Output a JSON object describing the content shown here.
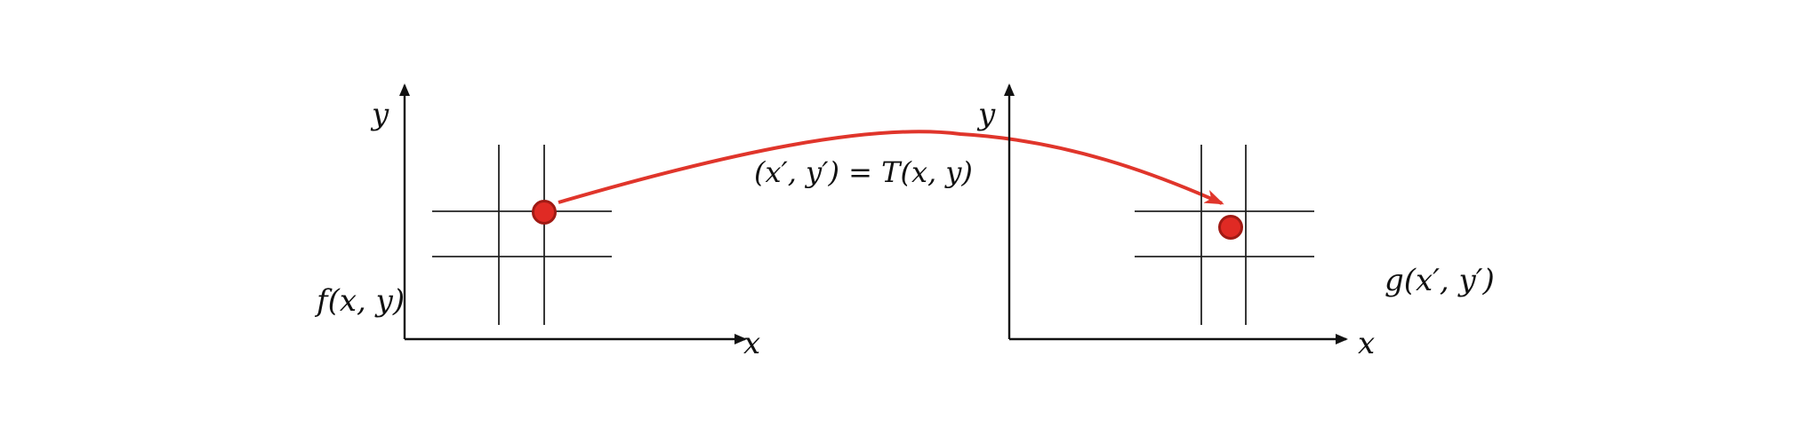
{
  "left_plot": {
    "y_axis_label": "y",
    "x_axis_label": "x",
    "function_label": "f(x, y)"
  },
  "right_plot": {
    "y_axis_label": "y",
    "x_axis_label": "x",
    "function_label": "g(x′, y′)"
  },
  "transform_label": "(x′, y′) = T(x, y)",
  "colors": {
    "arrow": "#e0352b",
    "point_fill": "#e02a24",
    "point_stroke": "#a01a14",
    "axis": "#111111"
  }
}
